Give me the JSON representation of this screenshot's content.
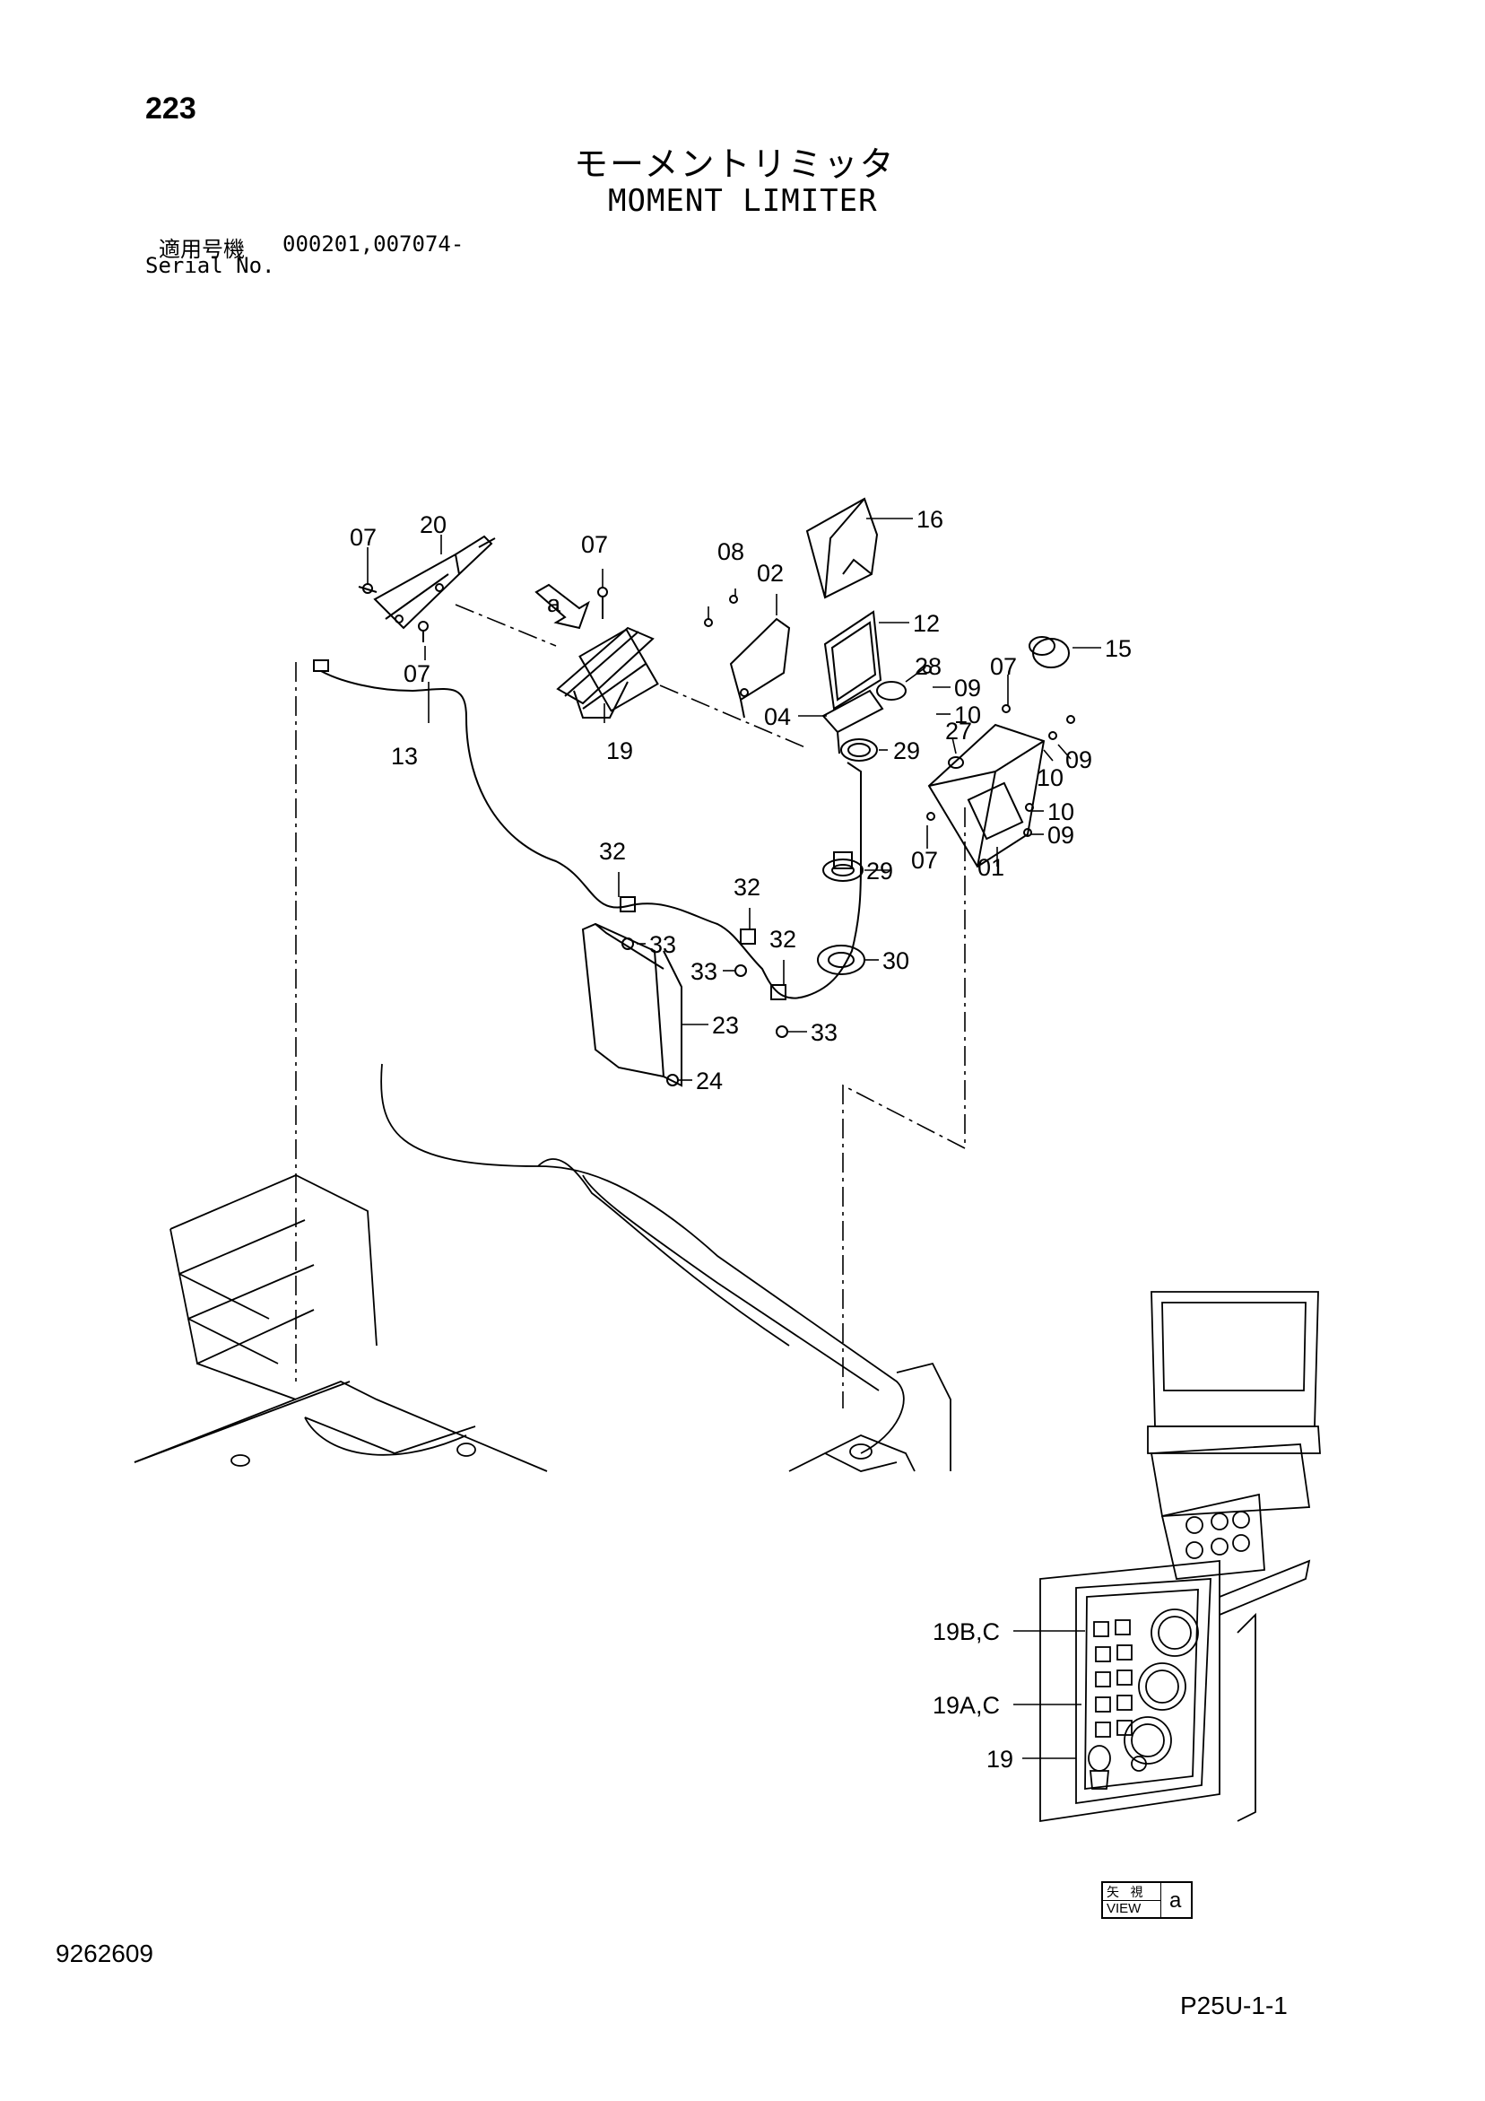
{
  "header": {
    "page_number": "223",
    "title_jp": "モーメントリミッタ",
    "title_en": "MOMENT LIMITER",
    "serial_label_jp": "適用号機",
    "serial_label_en": "Serial No.",
    "serial_value": "000201,007074-"
  },
  "footer": {
    "drawing_number": "9262609",
    "page_ref": "P25U-1-1"
  },
  "view_label": {
    "jp": "矢 視",
    "en": "VIEW",
    "letter": "a"
  },
  "callouts": [
    "07",
    "20",
    "07",
    "07",
    "08",
    "02",
    "16",
    "12",
    "28",
    "09",
    "10",
    "07",
    "15",
    "27",
    "09",
    "10",
    "10",
    "09",
    "01",
    "07",
    "04",
    "29",
    "19",
    "13",
    "32",
    "32",
    "33",
    "33",
    "32",
    "29",
    "30",
    "23",
    "33",
    "24",
    "19B,C",
    "19A,C",
    "19",
    "a"
  ],
  "colors": {
    "line": "#000000",
    "background": "#ffffff"
  }
}
